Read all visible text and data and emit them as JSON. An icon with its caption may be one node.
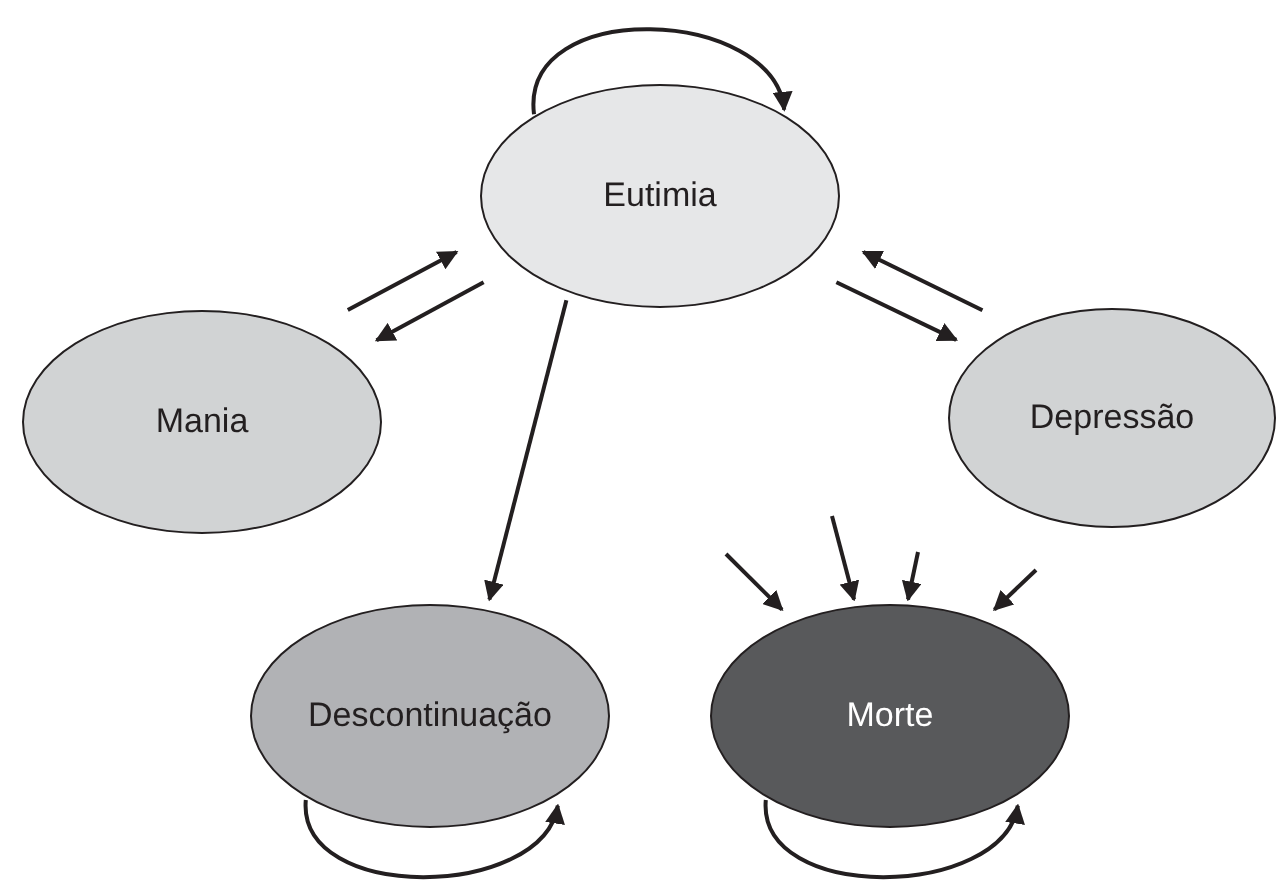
{
  "diagram": {
    "nodes": [
      {
        "text": [
          "Eutimia"
        ]
      },
      {
        "text": [
          "Mania"
        ]
      },
      {
        "text": [
          "Depressão"
        ]
      },
      {
        "text": [
          "Descontinuação"
        ]
      },
      {
        "text": [
          "Morte"
        ]
      }
    ],
    "edges": [
      {
        "from": 0,
        "to": 0,
        "arrow": "to"
      },
      {
        "from": 1,
        "to": 0,
        "arrow": "to"
      },
      {
        "from": 0,
        "to": 1,
        "arrow": "to"
      },
      {
        "from": 2,
        "to": 0,
        "arrow": "to"
      },
      {
        "from": 0,
        "to": 2,
        "arrow": "to"
      },
      {
        "from": 0,
        "to": 3,
        "arrow": "to"
      },
      {
        "from": null,
        "to": 4,
        "arrow": "to"
      },
      {
        "from": null,
        "to": 4,
        "arrow": "to"
      },
      {
        "from": null,
        "to": 4,
        "arrow": "to"
      },
      {
        "from": null,
        "to": 4,
        "arrow": "to"
      },
      {
        "from": 3,
        "to": 3,
        "arrow": "to"
      },
      {
        "from": 4,
        "to": 4,
        "arrow": "to"
      }
    ]
  }
}
